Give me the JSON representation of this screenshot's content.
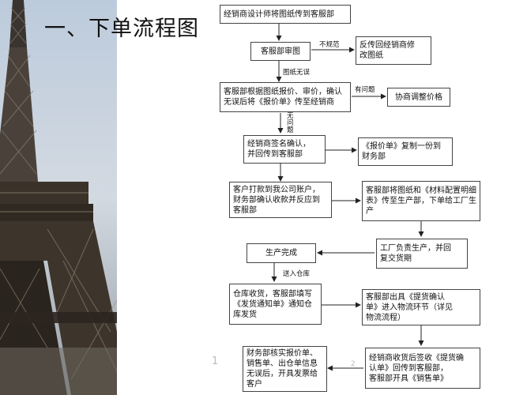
{
  "title": "一、下单流程图",
  "page_numbers": [
    "1",
    "2"
  ],
  "boxes": {
    "b1": "经销商设计师将图纸传到客服部",
    "b2": "客服部审图",
    "b3": "反传回经销商修\n改图纸",
    "b4": "客服部根据图纸报价、审价，确认\n无误后将《报价单》传至经销商",
    "b5": "协商调整价格",
    "b6": "经销商签名确认，\n并回传到客服部",
    "b7": "《报价单》复制一份到\n财务部",
    "b8": "客户打款到我公司账户，\n财务部确认收款并反应到\n客服部",
    "b9": "客服部将图纸和《材料配置明细\n表》传至生产部，下单给工厂生\n产",
    "b10": "工厂负责生产，并回\n复交货期",
    "b11": "生产完成",
    "b12": "仓库收货，客服部填写\n《发货通知单》通知仓\n库发货",
    "b13": "客服部出具《提货确认\n单》进入物流环节（详见\n物流流程）",
    "b14": "财务部核实报价单、\n销售单、出仓单信息\n无误后，开具发票给\n客户",
    "b15": "经销商收货后签收《提货确\n认单》回传到客服部，\n客服部开具《销售单》"
  },
  "labels": {
    "nonstandard": "不规范",
    "drawing_ok": "图纸无误",
    "has_issue": "有问题",
    "no_issue": "无\n问\n题",
    "to_warehouse": "送入仓库"
  }
}
